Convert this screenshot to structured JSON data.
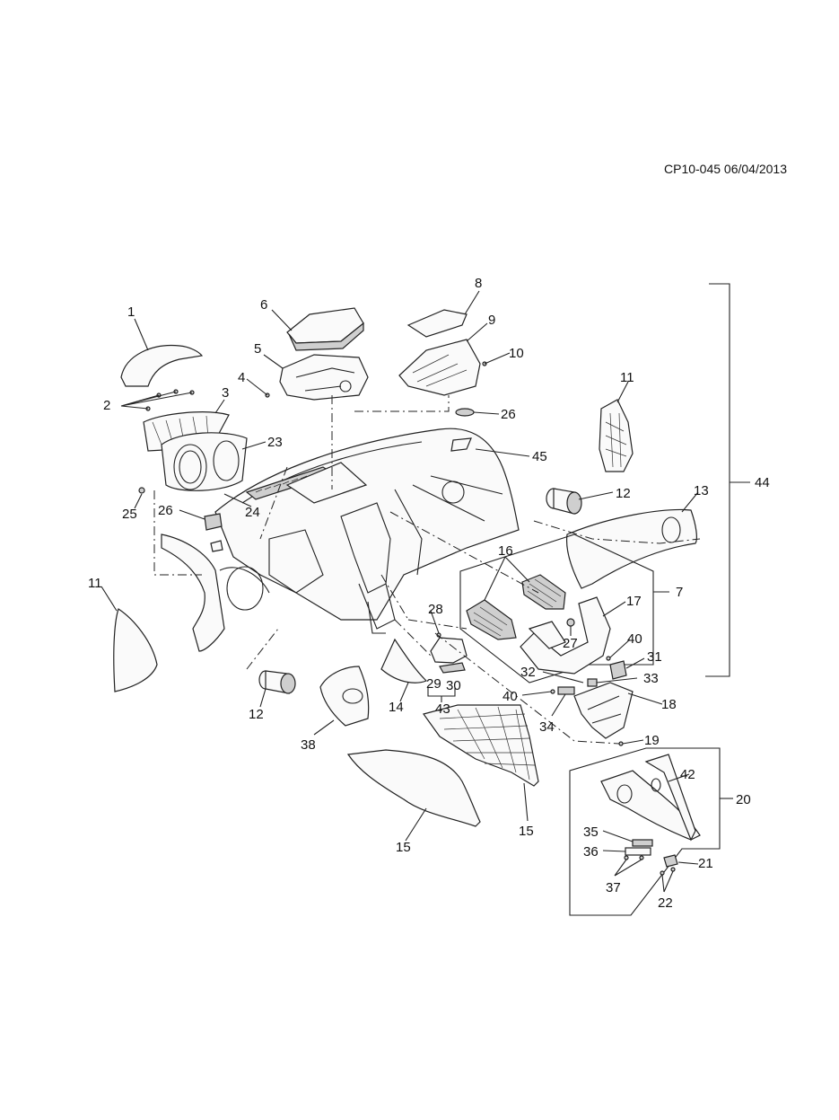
{
  "header": {
    "code": "CP10-045 06/04/2013"
  },
  "callouts": [
    {
      "id": "c1",
      "text": "1"
    },
    {
      "id": "c2",
      "text": "2"
    },
    {
      "id": "c3",
      "text": "3"
    },
    {
      "id": "c4",
      "text": "4"
    },
    {
      "id": "c5",
      "text": "5"
    },
    {
      "id": "c6",
      "text": "6"
    },
    {
      "id": "c7",
      "text": "7"
    },
    {
      "id": "c8",
      "text": "8"
    },
    {
      "id": "c9",
      "text": "9"
    },
    {
      "id": "c10",
      "text": "10"
    },
    {
      "id": "c11a",
      "text": "11"
    },
    {
      "id": "c11b",
      "text": "11"
    },
    {
      "id": "c12a",
      "text": "12"
    },
    {
      "id": "c12b",
      "text": "12"
    },
    {
      "id": "c13",
      "text": "13"
    },
    {
      "id": "c14",
      "text": "14"
    },
    {
      "id": "c15a",
      "text": "15"
    },
    {
      "id": "c15b",
      "text": "15"
    },
    {
      "id": "c16",
      "text": "16"
    },
    {
      "id": "c17",
      "text": "17"
    },
    {
      "id": "c18",
      "text": "18"
    },
    {
      "id": "c19",
      "text": "19"
    },
    {
      "id": "c20",
      "text": "20"
    },
    {
      "id": "c21",
      "text": "21"
    },
    {
      "id": "c22",
      "text": "22"
    },
    {
      "id": "c23",
      "text": "23"
    },
    {
      "id": "c24",
      "text": "24"
    },
    {
      "id": "c25",
      "text": "25"
    },
    {
      "id": "c26a",
      "text": "26"
    },
    {
      "id": "c26b",
      "text": "26"
    },
    {
      "id": "c27",
      "text": "27"
    },
    {
      "id": "c28",
      "text": "28"
    },
    {
      "id": "c29",
      "text": "29"
    },
    {
      "id": "c30",
      "text": "30"
    },
    {
      "id": "c31",
      "text": "31"
    },
    {
      "id": "c32",
      "text": "32"
    },
    {
      "id": "c33",
      "text": "33"
    },
    {
      "id": "c34",
      "text": "34"
    },
    {
      "id": "c35",
      "text": "35"
    },
    {
      "id": "c36",
      "text": "36"
    },
    {
      "id": "c37",
      "text": "37"
    },
    {
      "id": "c38",
      "text": "38"
    },
    {
      "id": "c40a",
      "text": "40"
    },
    {
      "id": "c40b",
      "text": "40"
    },
    {
      "id": "c42",
      "text": "42"
    },
    {
      "id": "c43",
      "text": "43"
    },
    {
      "id": "c44",
      "text": "44"
    },
    {
      "id": "c45",
      "text": "45"
    }
  ]
}
